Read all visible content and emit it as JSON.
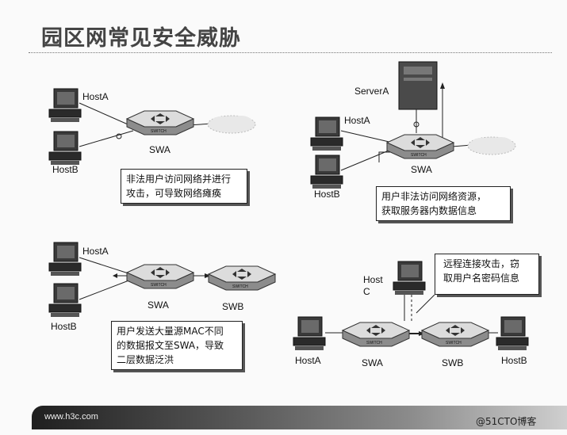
{
  "title": "园区网常见安全威胁",
  "footer_url": "www.h3c.com",
  "watermark": "@51CTO博客",
  "panels": {
    "top_left": {
      "host_a": "HostA",
      "host_b": "HostB",
      "switch": "SWA",
      "callout": [
        "非法用户访问网络并进行",
        "攻击，可导致网络瘫痪"
      ]
    },
    "top_right": {
      "server": "ServerA",
      "host_a": "HostA",
      "host_b": "HostB",
      "switch": "SWA",
      "callout": [
        "用户非法访问网络资源，",
        "获取服务器内数据信息"
      ]
    },
    "bottom_left": {
      "host_a": "HostA",
      "host_b": "HostB",
      "switch_a": "SWA",
      "switch_b": "SWB",
      "callout": [
        "用户发送大量源MAC不同",
        "的数据报文至SWA，导致",
        "二层数据泛洪"
      ]
    },
    "bottom_right": {
      "host_c": [
        "Host",
        "C"
      ],
      "host_a": "HostA",
      "host_b": "HostB",
      "switch_a": "SWA",
      "switch_b": "SWB",
      "callout": [
        "远程连接攻击，窃",
        "取用户名密码信息"
      ]
    }
  }
}
